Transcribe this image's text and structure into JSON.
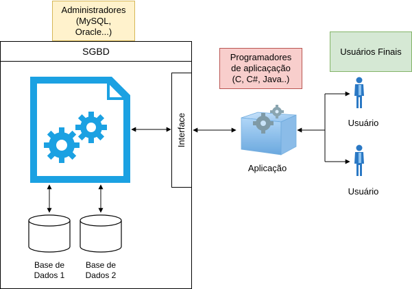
{
  "admins": {
    "line1": "Administradores",
    "line2": "(MySQL,",
    "line3": "Oracle...)"
  },
  "sgbd": {
    "title": "SGBD",
    "interface": "Interface"
  },
  "databases": [
    {
      "line1": "Base de",
      "line2": "Dados 1"
    },
    {
      "line1": "Base de",
      "line2": "Dados 2"
    }
  ],
  "programmers": {
    "line1": "Programadores",
    "line2": "de aplicaçação",
    "line3": "(C, C#, Java..)"
  },
  "application": {
    "label": "Aplicação"
  },
  "end_users": {
    "label": "Usuários Finais"
  },
  "users": [
    {
      "label": "Usuário"
    },
    {
      "label": "Usuário"
    }
  ],
  "colors": {
    "admins_fill": "#fff2cc",
    "admins_stroke": "#d6b656",
    "programmers_fill": "#f8cecc",
    "programmers_stroke": "#b85450",
    "end_users_fill": "#d5e8d4",
    "end_users_stroke": "#82b366",
    "doc_icon": "#1ba1e2"
  },
  "icons": [
    "document-gears-icon",
    "database-icon",
    "application-cube-icon",
    "user-icon"
  ]
}
